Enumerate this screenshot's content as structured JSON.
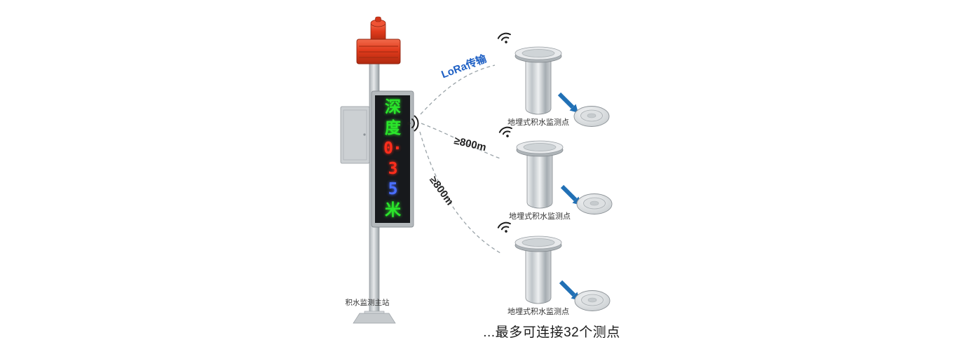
{
  "colors": {
    "led-green": "#2be52b",
    "led-red": "#ff2e1c",
    "led-blue": "#4a6eff",
    "arrow-blue": "#2170b5",
    "link-blue": "#1d5fc4",
    "label-dark": "#333333",
    "beacon-red": "#e13a1c"
  },
  "station": {
    "label": "积水监测主站",
    "display_value": "深度0.35米",
    "display_rows": [
      "深",
      "度",
      "0·",
      "3",
      "5",
      "米"
    ]
  },
  "links": [
    {
      "label": "LoRa传输"
    },
    {
      "label": "≥800m"
    },
    {
      "label": "≥800m"
    }
  ],
  "sensors": [
    {
      "label": "地埋式积水监测点"
    },
    {
      "label": "地埋式积水监测点"
    },
    {
      "label": "地埋式积水监测点"
    }
  ],
  "footer": {
    "text": "...最多可连接32个测点"
  }
}
